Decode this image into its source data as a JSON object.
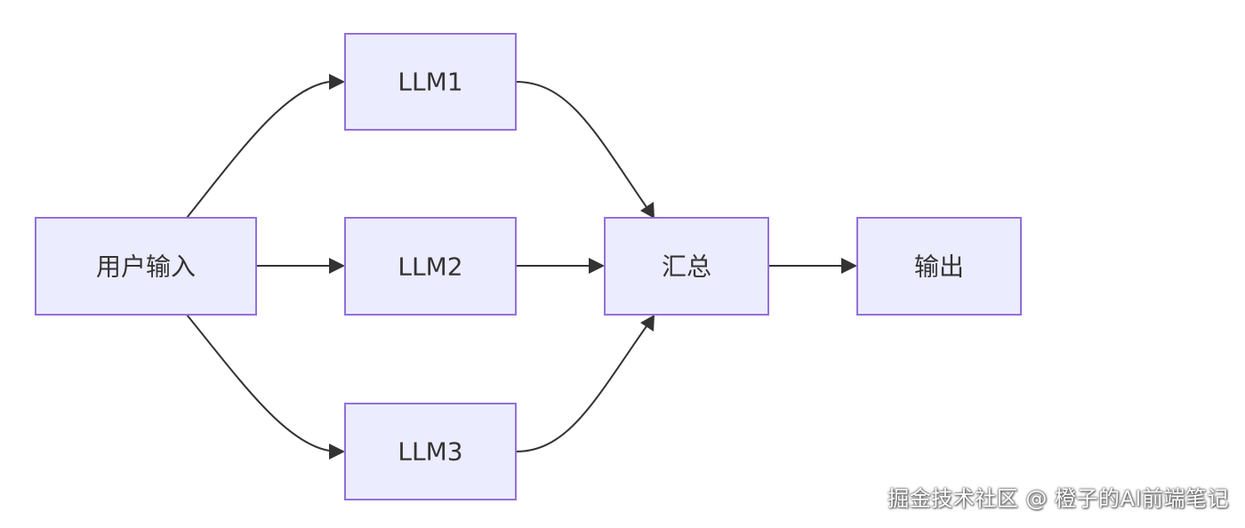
{
  "nodes": {
    "input": "用户输入",
    "llm1": "LLM1",
    "llm2": "LLM2",
    "llm3": "LLM3",
    "aggregate": "汇总",
    "output": "输出"
  },
  "edges": [
    {
      "from": "input",
      "to": "llm1"
    },
    {
      "from": "input",
      "to": "llm2"
    },
    {
      "from": "input",
      "to": "llm3"
    },
    {
      "from": "llm1",
      "to": "aggregate"
    },
    {
      "from": "llm2",
      "to": "aggregate"
    },
    {
      "from": "llm3",
      "to": "aggregate"
    },
    {
      "from": "aggregate",
      "to": "output"
    }
  ],
  "colors": {
    "node_fill": "#ECECFF",
    "node_stroke": "#9370DB",
    "edge": "#333333",
    "text": "#333333"
  },
  "watermark": "掘金技术社区 @ 橙子的AI前端笔记"
}
